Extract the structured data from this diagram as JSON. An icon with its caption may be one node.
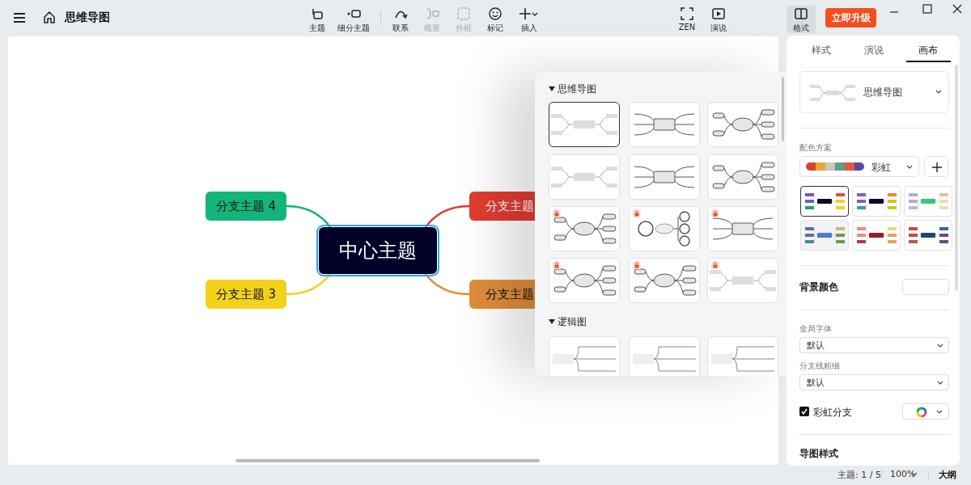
{
  "diagram": {
    "nodes": [
      {
        "text": [
          "分支主题 4"
        ]
      },
      {
        "text": [
          "分支主题"
        ]
      },
      {
        "text": [
          "中心主题"
        ]
      },
      {
        "text": [
          "分支主题 3"
        ]
      },
      {
        "text": [
          "分支主题"
        ]
      }
    ],
    "edges": [
      {
        "from": 2,
        "to": 0,
        "arrow": "none",
        "color": "#13b57a"
      },
      {
        "from": 2,
        "to": 1,
        "arrow": "none",
        "color": "#e03c31"
      },
      {
        "from": 2,
        "to": 3,
        "arrow": "none",
        "color": "#f2d21b"
      },
      {
        "from": 2,
        "to": 4,
        "arrow": "none",
        "color": "#e08d3c"
      }
    ],
    "labels": [
      "思维导图",
      "主题",
      "细分主题",
      "联系",
      "概要",
      "外框",
      "标记",
      "插入",
      "ZEN",
      "演说",
      "格式",
      "立即升级",
      "思维导图",
      "逻辑图",
      "样式",
      "演说",
      "画布",
      "思维导图",
      "配色方案",
      "彩虹",
      "背景颜色",
      "全局字体",
      "默认",
      "分支线粗细",
      "默认",
      "彩虹分支",
      "导图样式",
      "主题: 1 / 5",
      "100%",
      "大纲"
    ]
  }
}
